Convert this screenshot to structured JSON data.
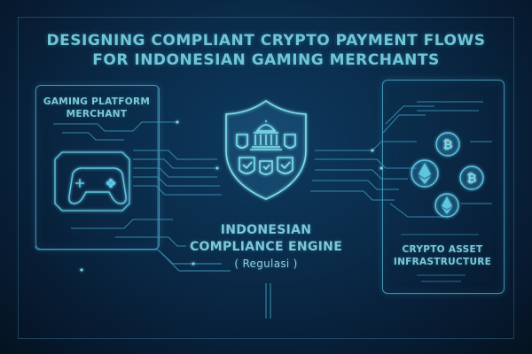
{
  "title": {
    "line1": "DESIGNING COMPLIANT CRYPTO PAYMENT FLOWS",
    "line2": "FOR INDONESIAN GAMING MERCHANTS"
  },
  "left_panel": {
    "label_line1": "GAMING PLATFORM",
    "label_line2": "MERCHANT",
    "icon": "gamepad-icon"
  },
  "center": {
    "label_line1": "INDONESIAN",
    "label_line2": "COMPLIANCE ENGINE",
    "sub_label": "( Regulasi )",
    "icon": "shield-government-icon"
  },
  "right_panel": {
    "label_line1": "CRYPTO ASSET",
    "label_line2": "INFRASTRUCTURE",
    "coins": [
      "bitcoin",
      "ethereum",
      "bitcoin",
      "ethereum"
    ]
  },
  "colors": {
    "accent": "#6fc6d6",
    "line": "#4fb3d0",
    "background": "#0a2a48"
  }
}
